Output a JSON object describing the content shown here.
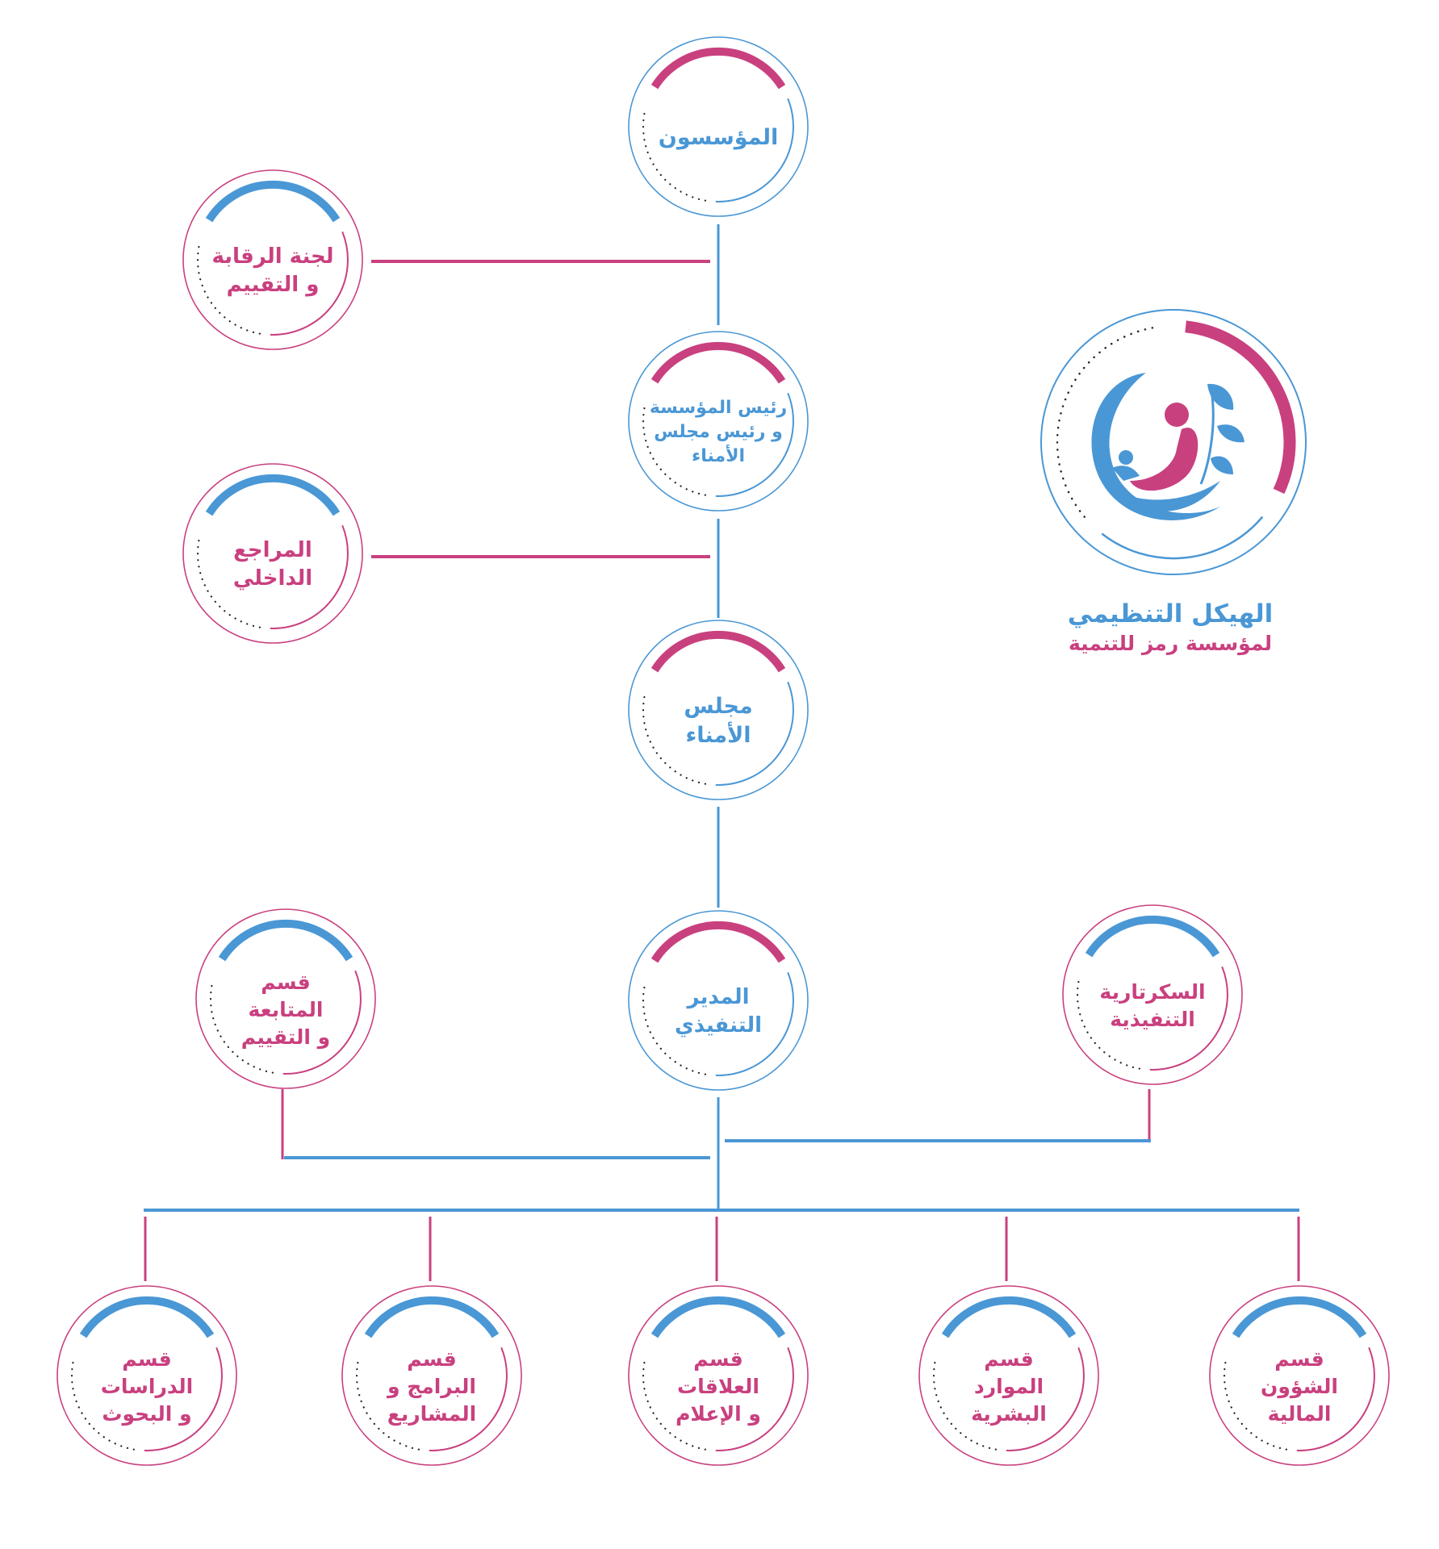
{
  "colors": {
    "blue": "#4a97d5",
    "pink": "#c9407f"
  },
  "title": {
    "main": "الهيكل التنظيمي",
    "sub": "لمؤسسة رمز للتنمية"
  },
  "logo": {
    "name": "foundation-logo"
  },
  "nodes": [
    {
      "id": "founders",
      "label": "المؤسسون",
      "variant": "blue"
    },
    {
      "id": "oversight-committee",
      "label": "لجنة الرقابة\nو التقييم",
      "variant": "pink"
    },
    {
      "id": "chairman",
      "label": "رئيس المؤسسة\nو رئيس مجلس\nالأمناء",
      "variant": "blue"
    },
    {
      "id": "internal-auditor",
      "label": "المراجع\nالداخلي",
      "variant": "pink"
    },
    {
      "id": "board-of-trustees",
      "label": "مجلس\nالأمناء",
      "variant": "blue"
    },
    {
      "id": "monitoring-dept",
      "label": "قسم\nالمتابعة\nو التقييم",
      "variant": "pink"
    },
    {
      "id": "executive-director",
      "label": "المدير\nالتنفيذي",
      "variant": "blue"
    },
    {
      "id": "executive-secretariat",
      "label": "السكرتارية\nالتنفيذية",
      "variant": "pink"
    },
    {
      "id": "studies-dept",
      "label": "قسم\nالدراسات\nو البحوث",
      "variant": "pink"
    },
    {
      "id": "programs-dept",
      "label": "قسم\nالبرامج و\nالمشاريع",
      "variant": "pink"
    },
    {
      "id": "relations-dept",
      "label": "قسم\nالعلاقات\nو الإعلام",
      "variant": "pink"
    },
    {
      "id": "hr-dept",
      "label": "قسم\nالموارد\nالبشرية",
      "variant": "pink"
    },
    {
      "id": "finance-dept",
      "label": "قسم\nالشؤون\nالمالية",
      "variant": "pink"
    }
  ],
  "edges": [
    {
      "from": "founders",
      "to": "chairman"
    },
    {
      "from": "oversight-committee",
      "to": "founders"
    },
    {
      "from": "chairman",
      "to": "board-of-trustees"
    },
    {
      "from": "internal-auditor",
      "to": "chairman"
    },
    {
      "from": "board-of-trustees",
      "to": "executive-director"
    },
    {
      "from": "monitoring-dept",
      "to": "executive-director"
    },
    {
      "from": "executive-secretariat",
      "to": "executive-director"
    },
    {
      "from": "executive-director",
      "to": "studies-dept"
    },
    {
      "from": "executive-director",
      "to": "programs-dept"
    },
    {
      "from": "executive-director",
      "to": "relations-dept"
    },
    {
      "from": "executive-director",
      "to": "hr-dept"
    },
    {
      "from": "executive-director",
      "to": "finance-dept"
    }
  ]
}
